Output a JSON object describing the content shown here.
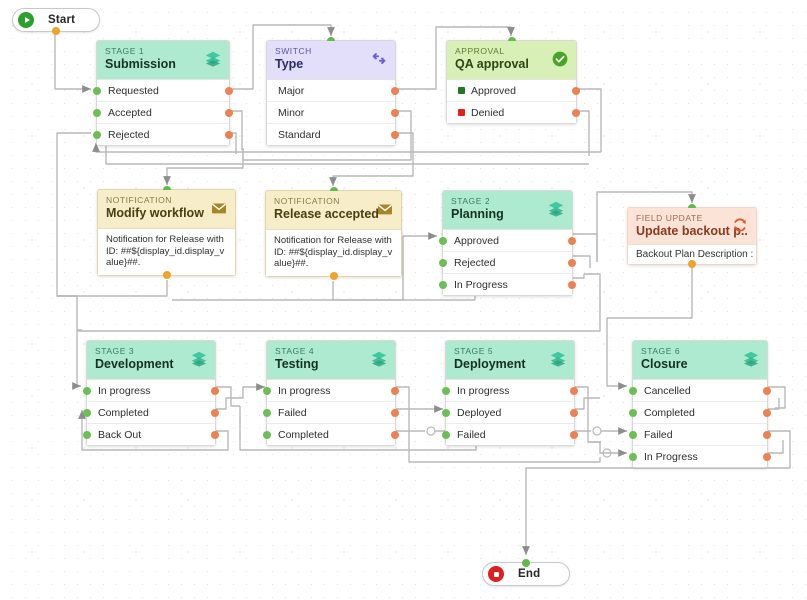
{
  "canvas": {
    "grid": "dotted",
    "colors": {
      "stage_header": "#aeeacf",
      "switch_header": "#e3defa",
      "approval_header": "#d8f0b6",
      "notification_header": "#f7eec9",
      "field_update_header": "#fbe3d8",
      "input_port": "#6cbf56",
      "output_port": "#ed8152",
      "top_port": "#5fbb4a",
      "bottom_port": "#f0a22a",
      "wire": "#b8b8b8",
      "start_icon": "#2ba02b",
      "end_icon": "#e02020"
    }
  },
  "terminals": {
    "start": {
      "label": "Start",
      "icon": "play-icon"
    },
    "end": {
      "label": "End",
      "icon": "stop-icon"
    }
  },
  "nodes": [
    {
      "id": "submission",
      "kind": "STAGE 1",
      "title": "Submission",
      "variant": "stage",
      "icon": "layers-icon",
      "rows": [
        {
          "label": "Requested"
        },
        {
          "label": "Accepted"
        },
        {
          "label": "Rejected"
        }
      ]
    },
    {
      "id": "type",
      "kind": "SWITCH",
      "title": "Type",
      "variant": "switch",
      "icon": "switch-arrows-icon",
      "rows": [
        {
          "label": "Major"
        },
        {
          "label": "Minor"
        },
        {
          "label": "Standard"
        }
      ]
    },
    {
      "id": "qa-approval",
      "kind": "APPROVAL",
      "title": "QA approval",
      "variant": "approval",
      "icon": "check-circle-icon",
      "rows": [
        {
          "label": "Approved",
          "swatch": "#1e7a1e"
        },
        {
          "label": "Denied",
          "swatch": "#e22020"
        }
      ]
    },
    {
      "id": "modify-workflow",
      "kind": "NOTIFICATION",
      "title": "Modify workflow",
      "variant": "notification",
      "icon": "envelope-icon",
      "text": "Notification for Release with ID: ##${display_id.display_value}##."
    },
    {
      "id": "release-accepted",
      "kind": "NOTIFICATION",
      "title": "Release accepted",
      "variant": "notification",
      "icon": "envelope-icon",
      "text": "Notification for Release with ID: ##${display_id.display_value}##."
    },
    {
      "id": "planning",
      "kind": "STAGE 2",
      "title": "Planning",
      "variant": "stage",
      "icon": "layers-icon",
      "rows": [
        {
          "label": "Approved"
        },
        {
          "label": "Rejected"
        },
        {
          "label": "In Progress"
        }
      ]
    },
    {
      "id": "update-backout-plan",
      "kind": "FIELD UPDATE",
      "title": "Update backout p...",
      "variant": "field-update",
      "icon": "refresh-icon",
      "field_row": "Backout Plan Description : ..."
    },
    {
      "id": "development",
      "kind": "STAGE 3",
      "title": "Development",
      "variant": "stage",
      "icon": "layers-icon",
      "rows": [
        {
          "label": "In progress"
        },
        {
          "label": "Completed"
        },
        {
          "label": "Back Out"
        }
      ]
    },
    {
      "id": "testing",
      "kind": "STAGE 4",
      "title": "Testing",
      "variant": "stage",
      "icon": "layers-icon",
      "rows": [
        {
          "label": "In progress"
        },
        {
          "label": "Failed"
        },
        {
          "label": "Completed"
        }
      ]
    },
    {
      "id": "deployment",
      "kind": "STAGE 5",
      "title": "Deployment",
      "variant": "stage",
      "icon": "layers-icon",
      "rows": [
        {
          "label": "In progress"
        },
        {
          "label": "Deployed"
        },
        {
          "label": "Failed"
        }
      ]
    },
    {
      "id": "closure",
      "kind": "STAGE 6",
      "title": "Closure",
      "variant": "stage",
      "icon": "layers-icon",
      "rows": [
        {
          "label": "Cancelled"
        },
        {
          "label": "Completed"
        },
        {
          "label": "Failed"
        },
        {
          "label": "In Progress"
        }
      ]
    }
  ]
}
